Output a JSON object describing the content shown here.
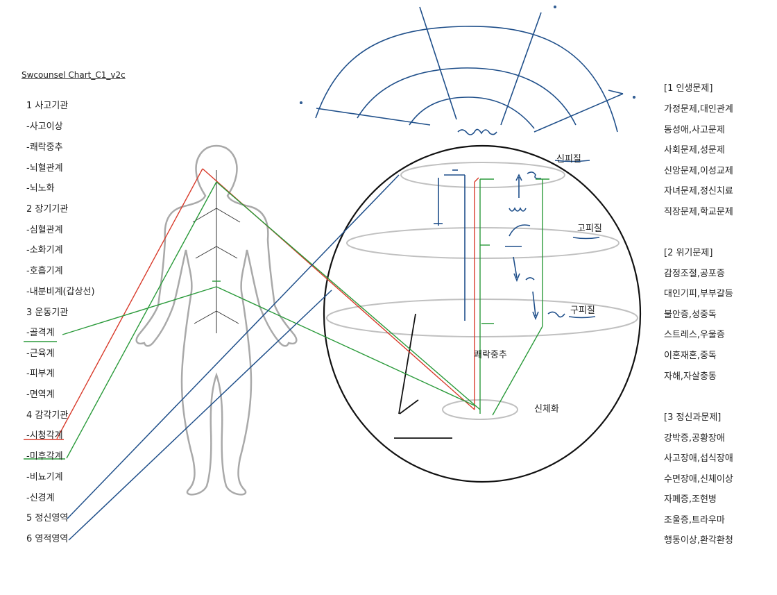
{
  "title": "Swcounsel Chart_C1_v2c",
  "left_list": [
    "1 사고기관",
    "-사고이상",
    "-쾌락중추",
    "-뇌혈관계",
    "-뇌노화",
    "2 장기기관",
    "-심혈관계",
    "-소화기계",
    "-호흡기계",
    "-내분비계(갑상선)",
    "3 운동기관",
    "-골격계",
    "-근육계",
    "-피부계",
    "-면역계",
    "4 감각기관",
    "-시청각계",
    "-미후각계",
    "-비뇨기계",
    "-신경계",
    "5 정신영역",
    "6 영적영역"
  ],
  "right_groups": [
    {
      "header": "[1 인생문제]",
      "items": [
        "가정문제,대인관계",
        "동성애,사고문제",
        "사회문제,성문제",
        "신앙문제,이성교제",
        "자녀문제,정신치료",
        "직장문제,학교문제"
      ]
    },
    {
      "header": "[2 위기문제]",
      "items": [
        "감정조절,공포증",
        "대인기피,부부갈등",
        "불안증,성중독",
        "스트레스,우울증",
        "이혼재혼,중독",
        "자해,자살충동"
      ]
    },
    {
      "header": "[3 정신과문제]",
      "items": [
        "강박증,공황장애",
        "사고장애,섭식장애",
        "수면장애,신체이상",
        "자폐증,조현병",
        "조울증,트라우마",
        "행동이상,환각환청"
      ]
    }
  ],
  "layer_labels": {
    "top": "신피질",
    "middle": "고피질",
    "lower": "구피질"
  },
  "center_labels": {
    "pleasure": "쾌락중추",
    "somatic": "신체화"
  },
  "colors": {
    "red": "#d83a2a",
    "green": "#2a9a3a",
    "blue": "#1f4f8a",
    "gray": "#c0c0c0",
    "body": "#a9a9a9"
  }
}
